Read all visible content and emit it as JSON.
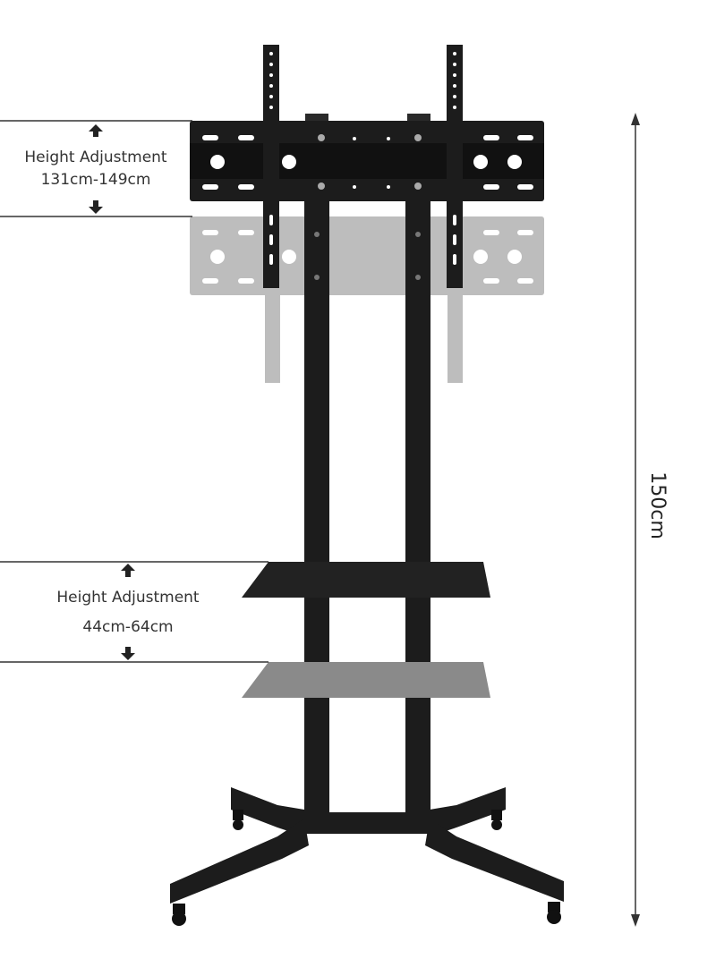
{
  "mount_adjustment": {
    "label": "Height Adjustment",
    "range": "131cm-149cm"
  },
  "shelf_adjustment": {
    "label": "Height Adjustment",
    "range": "44cm-64cm"
  },
  "total_height": "150cm",
  "colors": {
    "metal": "#1c1c1c",
    "ghost": "#bdbdbd",
    "ghost_shelf": "#8a8a8a",
    "line": "#333333"
  }
}
